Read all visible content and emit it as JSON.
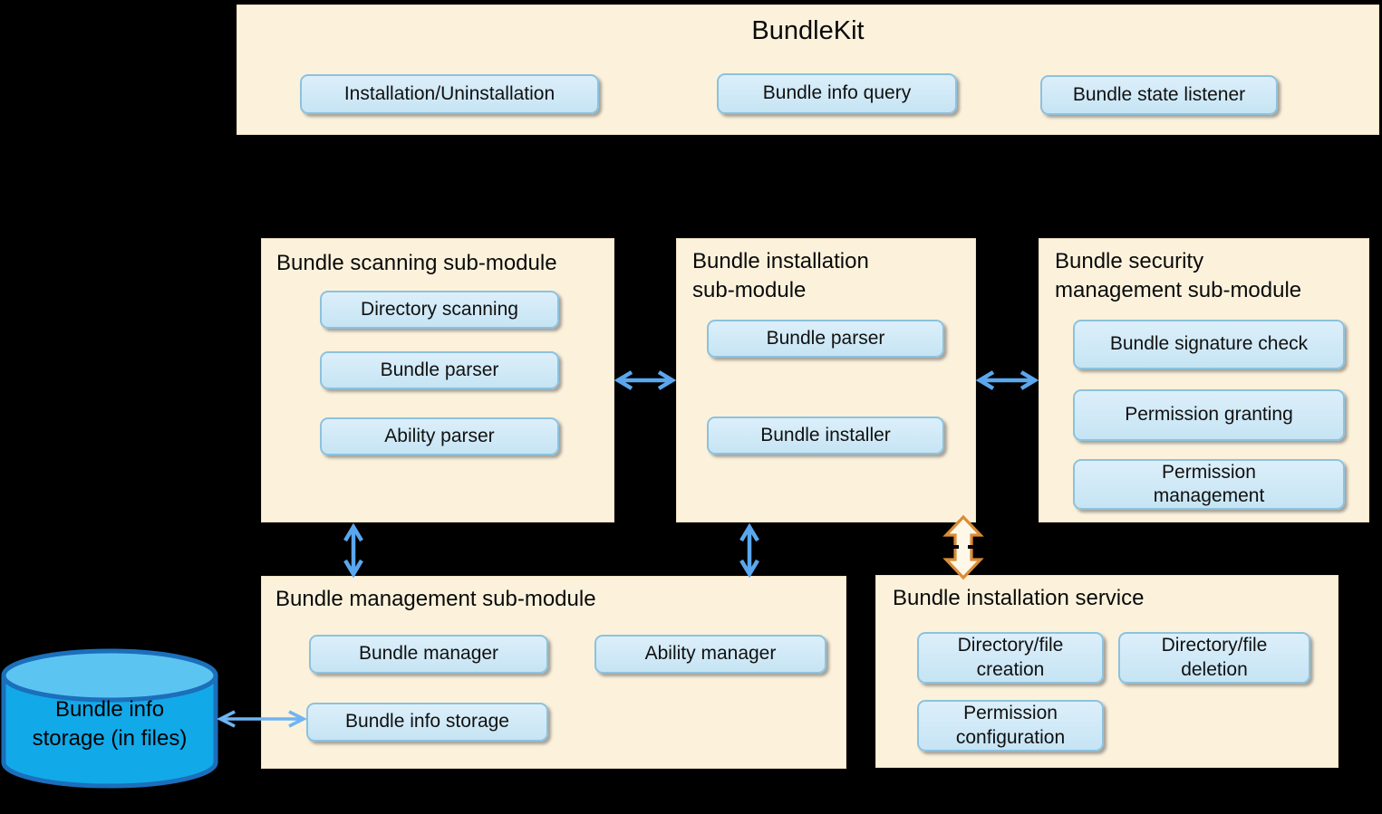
{
  "diagram": {
    "bundlekit": {
      "title": "BundleKit",
      "apis": [
        "Installation/Uninstallation",
        "Bundle info query",
        "Bundle state listener"
      ]
    },
    "modules": {
      "scanning": {
        "title": "Bundle scanning sub-module",
        "components": [
          "Directory scanning",
          "Bundle parser",
          "Ability parser"
        ]
      },
      "installation": {
        "title": "Bundle installation\nsub-module",
        "components": [
          "Bundle parser",
          "Bundle installer"
        ]
      },
      "security": {
        "title": "Bundle security\nmanagement sub-module",
        "components": [
          "Bundle signature check",
          "Permission granting",
          "Permission\nmanagement"
        ]
      },
      "management": {
        "title": "Bundle management sub-module",
        "components": [
          "Bundle manager",
          "Ability manager",
          "Bundle info storage"
        ]
      },
      "service": {
        "title": "Bundle installation service",
        "components": [
          "Directory/file\ncreation",
          "Directory/file\ndeletion",
          "Permission\nconfiguration"
        ]
      }
    },
    "storage": {
      "label": "Bundle info\nstorage (in files)"
    },
    "connections": [
      {
        "from": "bundle-scanning-sub-module",
        "to": "bundle-installation-sub-module",
        "type": "bidirectional",
        "style": "blue-open-arrow"
      },
      {
        "from": "bundle-installation-sub-module",
        "to": "bundle-security-management-sub-module",
        "type": "bidirectional",
        "style": "blue-open-arrow"
      },
      {
        "from": "bundle-scanning-sub-module",
        "to": "bundle-management-sub-module",
        "type": "bidirectional",
        "style": "blue-open-arrow"
      },
      {
        "from": "bundle-installation-sub-module",
        "to": "bundle-management-sub-module",
        "type": "bidirectional",
        "style": "blue-open-arrow"
      },
      {
        "from": "bundle-installation-sub-module",
        "to": "bundle-installation-service",
        "type": "bidirectional",
        "style": "orange-block-arrow"
      },
      {
        "from": "bundle-info-storage-database",
        "to": "bundle-info-storage",
        "type": "bidirectional",
        "style": "blue-thin-arrow"
      }
    ],
    "colors": {
      "background": "#000000",
      "panel_fill": "#FCF2DC",
      "panel_border": "#EFE2C2",
      "chip_fill": "#CDE7F5",
      "chip_border": "#8CC2DE",
      "arrow_blue": "#5BA7EE",
      "arrow_storage_blue": "#6FB4F4",
      "arrow_orange_stroke": "#DB8C36",
      "arrow_orange_fill": "#FEF8E8",
      "cylinder_body": "#12A9E9",
      "cylinder_top": "#5CC4F1",
      "cylinder_border": "#1B6FBB"
    }
  }
}
